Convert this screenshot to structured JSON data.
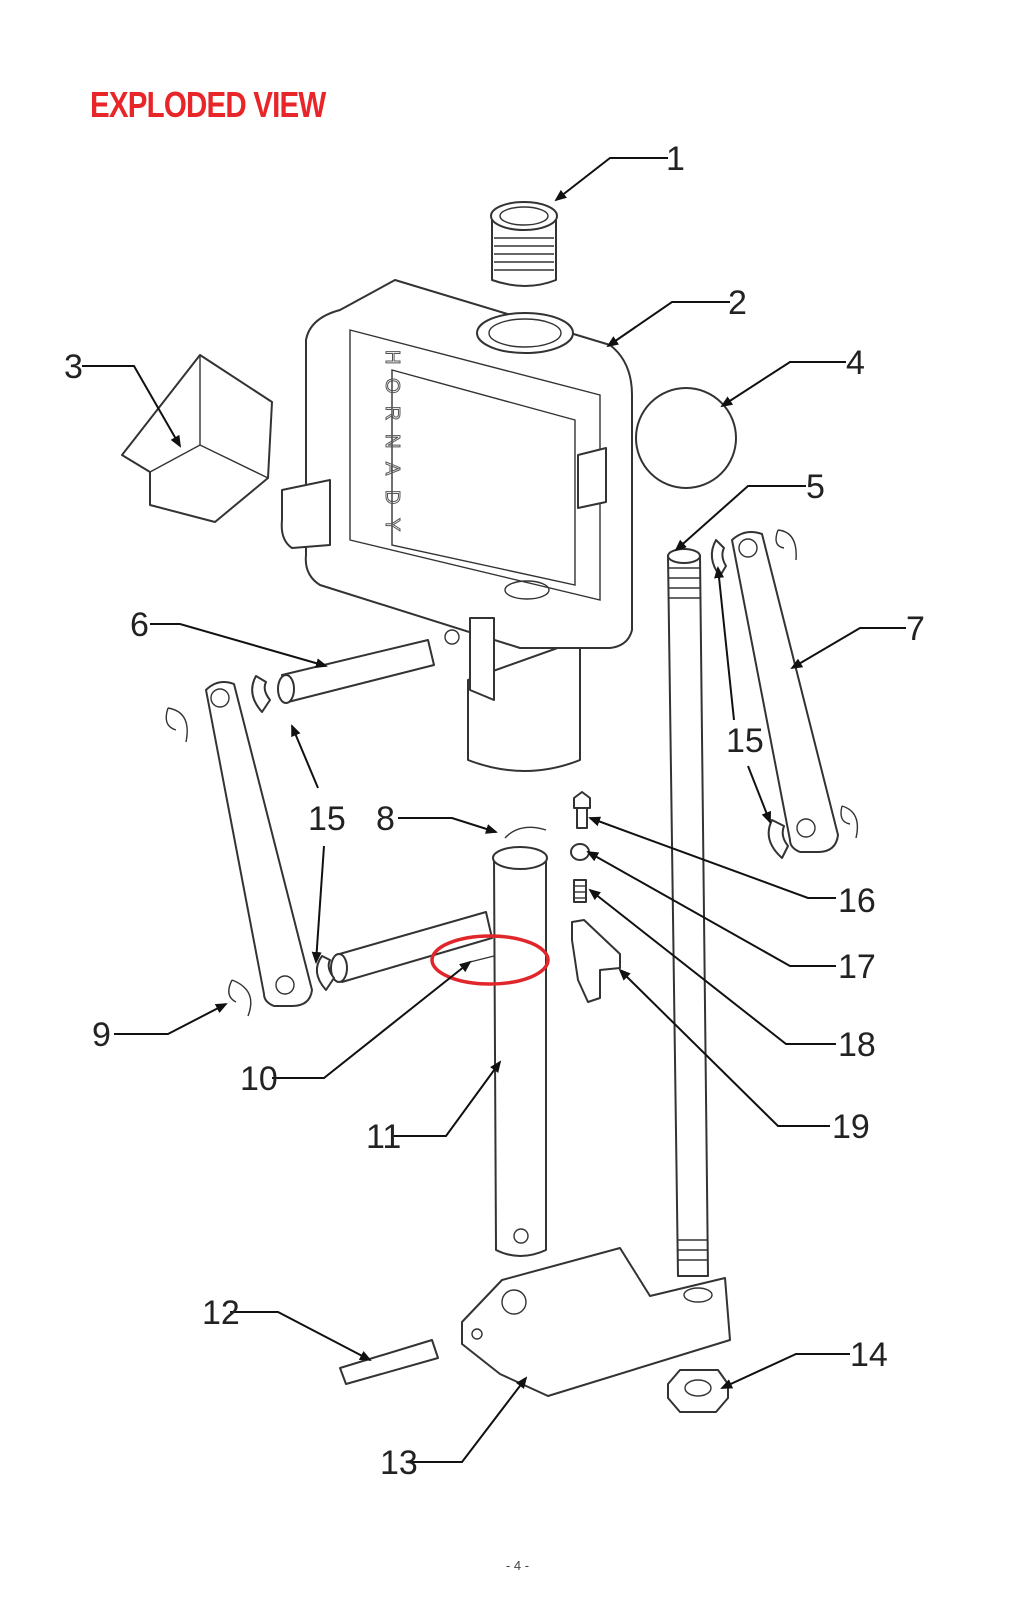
{
  "title": "EXPLODED VIEW",
  "page_number": "- 4 -",
  "colors": {
    "title": "#e8262a",
    "highlight": "#e0262a",
    "line": "#333333"
  },
  "callouts": [
    {
      "number": "1"
    },
    {
      "number": "2"
    },
    {
      "number": "3"
    },
    {
      "number": "4"
    },
    {
      "number": "5"
    },
    {
      "number": "6"
    },
    {
      "number": "7"
    },
    {
      "number": "8"
    },
    {
      "number": "9"
    },
    {
      "number": "10"
    },
    {
      "number": "11"
    },
    {
      "number": "12"
    },
    {
      "number": "13"
    },
    {
      "number": "14"
    },
    {
      "number": "15"
    },
    {
      "number": "15"
    },
    {
      "number": "15"
    },
    {
      "number": "16"
    },
    {
      "number": "17"
    },
    {
      "number": "18"
    },
    {
      "number": "19"
    }
  ],
  "frame_logo_letters": [
    "H",
    "O",
    "R",
    "N",
    "A",
    "D",
    "Y"
  ]
}
